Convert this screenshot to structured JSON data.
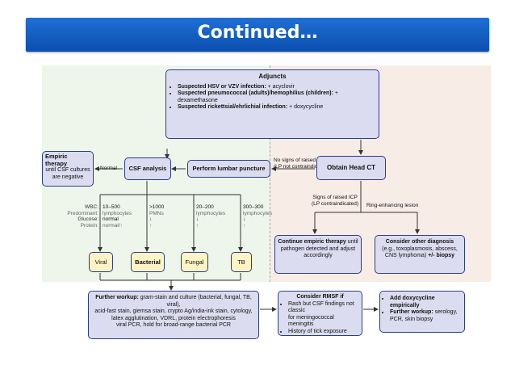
{
  "slide": {
    "title": "Continued…"
  },
  "adjuncts": {
    "title": "Adjuncts",
    "lines": [
      {
        "bold": "Suspected HSV or VZV infection:",
        "rest": " + acyclovir"
      },
      {
        "bold": "Suspected pneumococcal (adults)/hemophilius (children):",
        "rest": " + dexamethasone"
      },
      {
        "bold": "Suspected rickettsial/ehrlichial infection:",
        "rest": " + doxycycline"
      }
    ]
  },
  "empiric": {
    "title": "Empiric therapy",
    "line1": "until CSF cultures",
    "line2": "are negative"
  },
  "normal_label": "Normal",
  "csf_analysis": "CSF analysis",
  "lumbar": "Perform lumbar puncture",
  "no_icp": {
    "line1": "No signs of raised ICP",
    "line2": "(LP not contraindicated)"
  },
  "head_ct": "Obtain Head CT",
  "raised_icp": {
    "line1": "Signs of raised ICP",
    "line2": "(LP contraindicated)"
  },
  "ring_lesion": "Ring-enhancing lesion",
  "row_labels": {
    "wbc": "WBC:",
    "pred": "Predominant:",
    "glucose": "Glucose:",
    "protein": "Protein:"
  },
  "columns": [
    {
      "wbc": "10–500",
      "pred": "lymphocytes",
      "glucose": "normal",
      "protein": "normal/↑",
      "label": "Viral"
    },
    {
      "wbc": ">1000",
      "pred": "PMNs",
      "glucose": "↓",
      "protein": "↑",
      "label": "Bacterial"
    },
    {
      "wbc": "20–200",
      "pred": "lymphocytes",
      "glucose": "↓",
      "protein": "↑",
      "label": "Fungal"
    },
    {
      "wbc": "300–300",
      "pred": "lymphocytes",
      "glucose": "↓",
      "protein": "↑",
      "label": "TB"
    }
  ],
  "continue_empiric": {
    "bold": "Continue empiric therapy",
    "rest1": " until",
    "line2": "pathogen detected and adjust",
    "line3": "accordingly"
  },
  "other_dx": {
    "title": "Consider other diagnosis",
    "line1": "(e.g., toxoplasmosis, abscess,",
    "line2": "CNS lymphoma)",
    "bold2": " +/- biopsy"
  },
  "further_workup": {
    "bold": "Further workup:",
    "line1": " gram-stain and culture (bacterial, fungal, TB, viral),",
    "line2": "acid-fast stain, giemsa stain, crypto Ag/india-ink stain, cytology,",
    "line3": "latex agglutination, VDRL, protein electrophoresis",
    "line4": "viral PCR, hold for broad-range bacterial PCR"
  },
  "rmsf": {
    "title": "Consider RMSF if",
    "items": [
      "Rash but CSF findings not classic",
      "for meningococcal meningitis",
      "History of tick exposure"
    ]
  },
  "doxy": {
    "line1": "Add doxycycline empirically",
    "bold2": "Further workup:",
    "rest2": " serology,",
    "line3": "PCR, skin biopsy"
  },
  "colors": {
    "banner": "#1565c8",
    "box_border": "#2a3e86",
    "lavender": "#dcdcf0",
    "yellow": "#fdf3c4",
    "left_bg": "#eef5ea",
    "right_bg": "#f8ece7"
  }
}
